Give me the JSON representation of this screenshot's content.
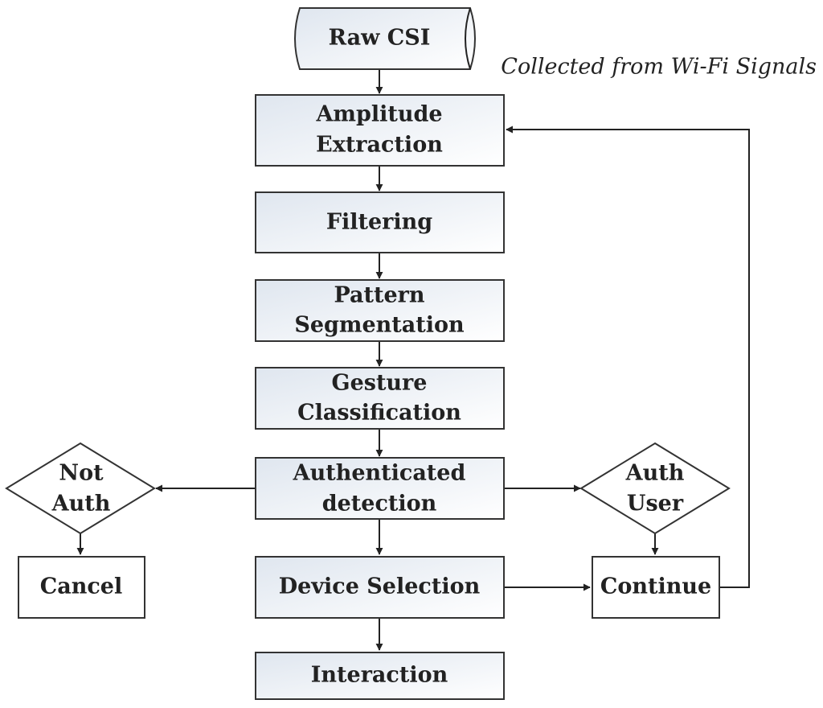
{
  "nodes": {
    "raw_csi": {
      "lines": [
        "Raw CSI"
      ]
    },
    "raw_csi_note": "Collected from Wi-Fi Signals",
    "amplitude_extraction": {
      "lines": [
        "Amplitude",
        "Extraction"
      ]
    },
    "filtering": {
      "lines": [
        "Filtering"
      ]
    },
    "pattern_segmentation": {
      "lines": [
        "Pattern",
        "Segmentation"
      ]
    },
    "gesture_classification": {
      "lines": [
        "Gesture",
        "Classification"
      ]
    },
    "authenticated_detection": {
      "lines": [
        "Authenticated",
        "detection"
      ]
    },
    "not_auth": {
      "lines": [
        "Not",
        "Auth"
      ]
    },
    "auth_user": {
      "lines": [
        "Auth",
        "User"
      ]
    },
    "cancel": {
      "lines": [
        "Cancel"
      ]
    },
    "device_selection": {
      "lines": [
        "Device Selection"
      ]
    },
    "continue": {
      "lines": [
        "Continue"
      ]
    },
    "interaction": {
      "lines": [
        "Interaction"
      ]
    }
  },
  "edges": [
    {
      "from": "raw_csi",
      "to": "amplitude_extraction"
    },
    {
      "from": "amplitude_extraction",
      "to": "filtering"
    },
    {
      "from": "filtering",
      "to": "pattern_segmentation"
    },
    {
      "from": "pattern_segmentation",
      "to": "gesture_classification"
    },
    {
      "from": "gesture_classification",
      "to": "authenticated_detection"
    },
    {
      "from": "authenticated_detection",
      "to": "not_auth"
    },
    {
      "from": "authenticated_detection",
      "to": "auth_user"
    },
    {
      "from": "authenticated_detection",
      "to": "device_selection"
    },
    {
      "from": "not_auth",
      "to": "cancel"
    },
    {
      "from": "auth_user",
      "to": "continue"
    },
    {
      "from": "device_selection",
      "to": "continue"
    },
    {
      "from": "device_selection",
      "to": "interaction"
    },
    {
      "from": "continue",
      "to": "amplitude_extraction"
    }
  ],
  "colors": {
    "box_fill_top": "#e3e9f1",
    "box_fill_bottom": "#ffffff",
    "stroke": "#333333"
  }
}
